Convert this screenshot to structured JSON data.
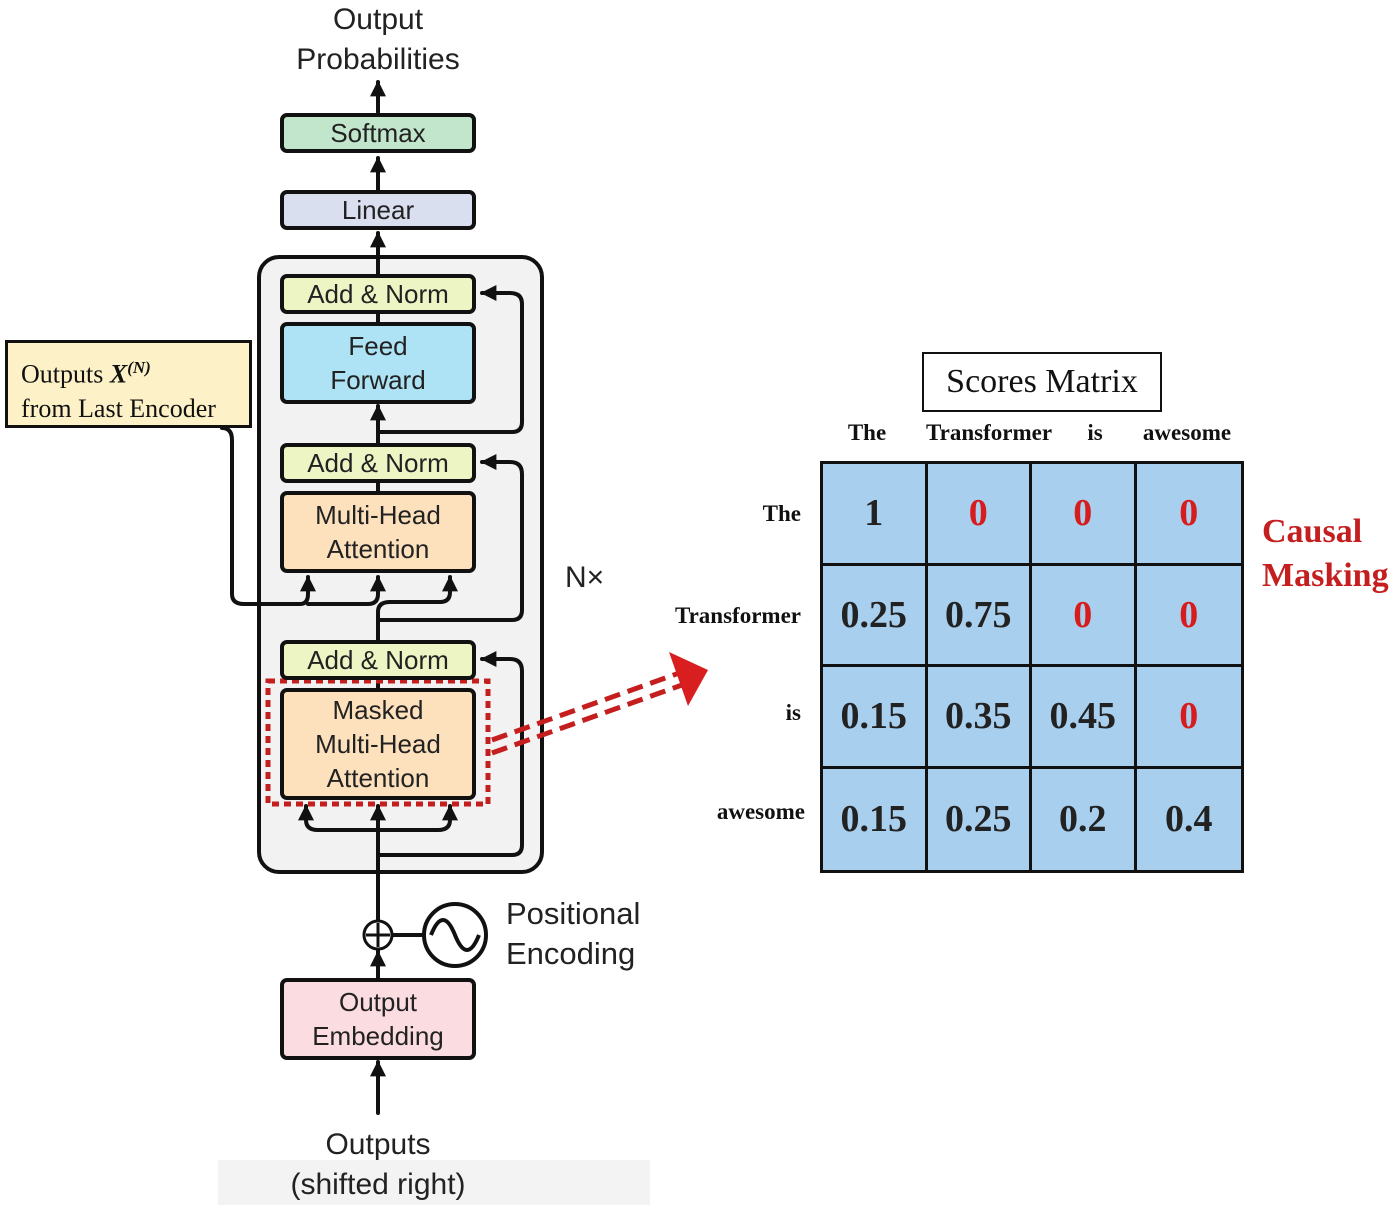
{
  "decoder": {
    "output_probabilities": [
      "Output",
      "Probabilities"
    ],
    "softmax": "Softmax",
    "linear": "Linear",
    "add_norm_top": "Add & Norm",
    "feed_forward": [
      "Feed",
      "Forward"
    ],
    "add_norm_mid": "Add & Norm",
    "multi_head_attention": [
      "Multi-Head",
      "Attention"
    ],
    "add_norm_bottom": "Add & Norm",
    "masked_multi_head_attention": [
      "Masked",
      "Multi-Head",
      "Attention"
    ],
    "nx": "N×",
    "positional_encoding": [
      "Positional",
      "Encoding"
    ],
    "output_embedding": [
      "Output",
      "Embedding"
    ],
    "outputs_shifted": [
      "Outputs",
      "(shifted right)"
    ]
  },
  "encoder_input": {
    "line1_prefix": "Outputs ",
    "symbol": "X",
    "superscript": "(N)",
    "line2": "from Last Encoder"
  },
  "scores_matrix": {
    "title": "Scores Matrix",
    "columns": [
      "The",
      "Transformer",
      "is",
      "awesome"
    ],
    "rows": [
      "The",
      "Transformer",
      "is",
      "awesome"
    ],
    "values": [
      [
        "1",
        "0",
        "0",
        "0"
      ],
      [
        "0.25",
        "0.75",
        "0",
        "0"
      ],
      [
        "0.15",
        "0.35",
        "0.45",
        "0"
      ],
      [
        "0.15",
        "0.25",
        "0.2",
        "0.4"
      ]
    ],
    "masked": [
      [
        false,
        true,
        true,
        true
      ],
      [
        false,
        false,
        true,
        true
      ],
      [
        false,
        false,
        false,
        true
      ],
      [
        false,
        false,
        false,
        false
      ]
    ],
    "annotation": [
      "Causal",
      "Masking"
    ]
  },
  "colors": {
    "softmax": "#c2e6cc",
    "linear": "#dadff0",
    "add_norm": "#eef5c5",
    "feed_forward": "#aee3f5",
    "attention": "#fde1bd",
    "embedding": "#fbdde1",
    "decoder_panel": "#f2f2f2",
    "encoder_box": "#fdf1c7",
    "matrix_cell": "#a9cfee",
    "mask_zero": "#d61c1c",
    "highlight": "#c41e1e"
  }
}
